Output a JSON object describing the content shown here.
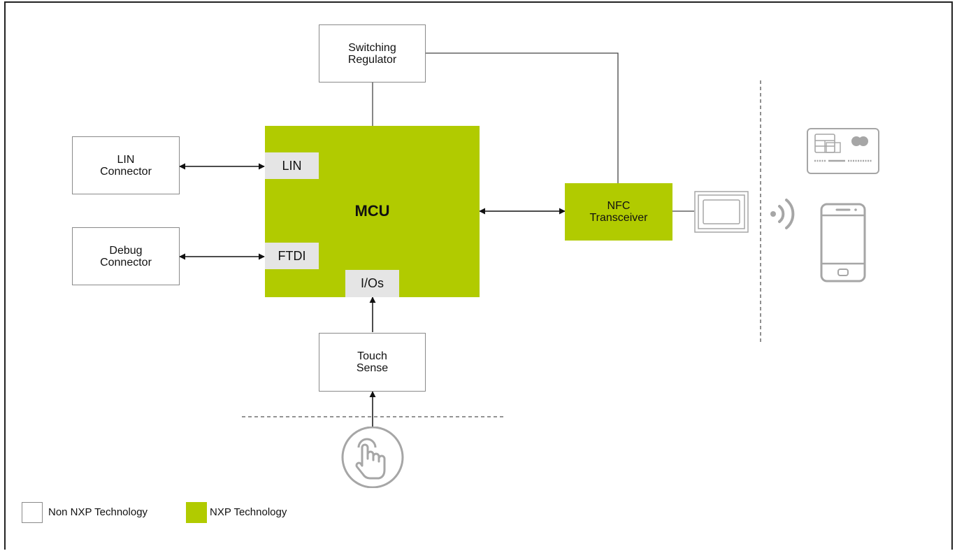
{
  "blocks": {
    "switching_regulator": "Switching\nRegulator",
    "lin_connector": "LIN\nConnector",
    "debug_connector": "Debug\nConnector",
    "mcu": "MCU",
    "nfc_transceiver": "NFC\nTransceiver",
    "touch_sense": "Touch\nSense"
  },
  "ports": {
    "lin": "LIN",
    "ftdi": "FTDI",
    "ios": "I/Os"
  },
  "legend": {
    "non_nxp": "Non NXP Technology",
    "nxp": "NXP Technology"
  },
  "icons": [
    "antenna-icon",
    "contactless-waves-icon",
    "smart-card-icon",
    "smartphone-icon",
    "touch-finger-icon"
  ],
  "colors": {
    "nxp_green": "#b1cb00",
    "port_gray": "#e5e5e5",
    "border_gray": "#8a8a8a",
    "icon_gray": "#a6a6a6"
  }
}
